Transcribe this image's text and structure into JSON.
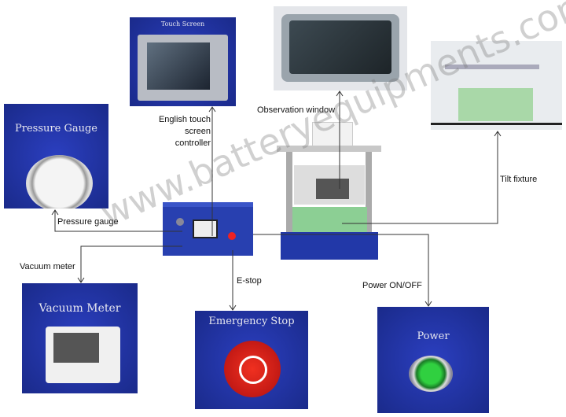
{
  "photos": {
    "touch_screen": {
      "title": "Touch Screen"
    },
    "pressure_gauge": {
      "title": "Pressure Gauge"
    },
    "vacuum_meter": {
      "title": "Vacuum Meter"
    },
    "emergency_stop": {
      "title": "Emergency Stop"
    },
    "power": {
      "title": "Power"
    }
  },
  "labels": {
    "touch": "English touch screen controller",
    "observation": "Observation window",
    "tilt": "Tilt fixture",
    "pressure": "Pressure gauge",
    "vacuum": "Vacuum meter",
    "estop": "E-stop",
    "power": "Power ON/OFF"
  },
  "watermark": "www.batteryequipments.com",
  "colors": {
    "panel_blue": "#2236b0",
    "line": "#333333"
  }
}
